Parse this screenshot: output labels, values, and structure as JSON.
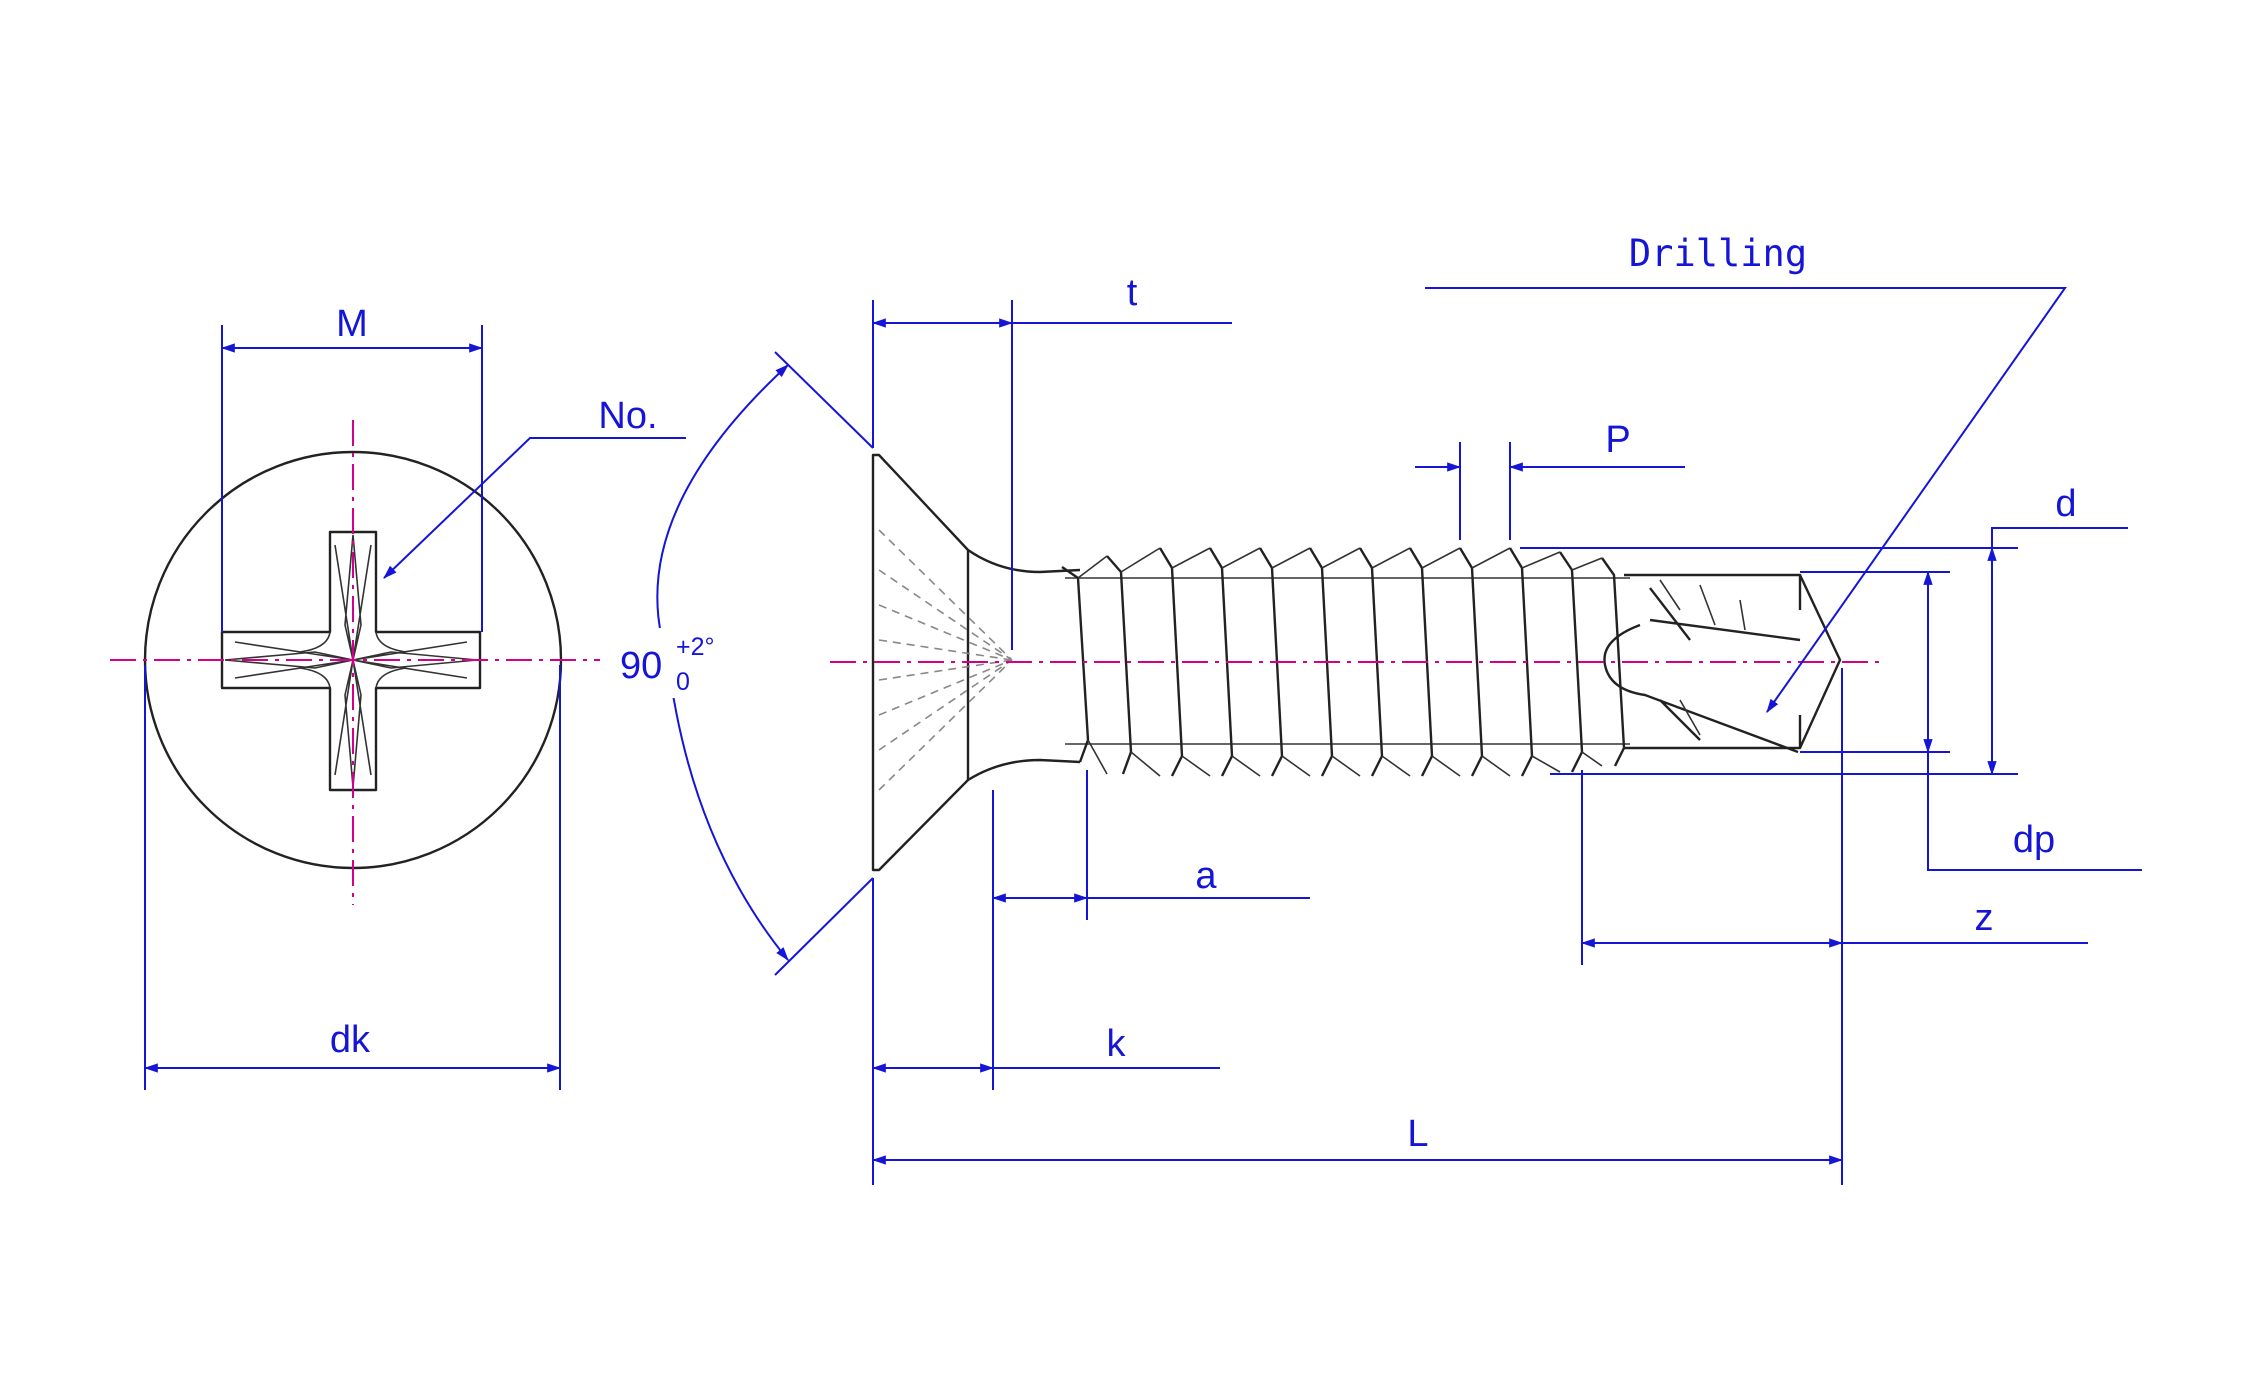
{
  "labels": {
    "M": "M",
    "No": "No.",
    "dk": "dk",
    "t": "t",
    "angle_value": "90",
    "angle_upper_tol": "+2°",
    "angle_lower_tol": "0",
    "a": "a",
    "k": "k",
    "L": "L",
    "Drilling": "Drilling",
    "P": "P",
    "d": "d",
    "dp": "dp",
    "z": "z"
  },
  "colors": {
    "dimension": "#1515d8",
    "centerline": "#d4008a",
    "outline": "#222222",
    "hidden_line": "#888888"
  },
  "arrowhead": "filled-arrow",
  "views": [
    "head-top-view",
    "screw-side-view"
  ]
}
